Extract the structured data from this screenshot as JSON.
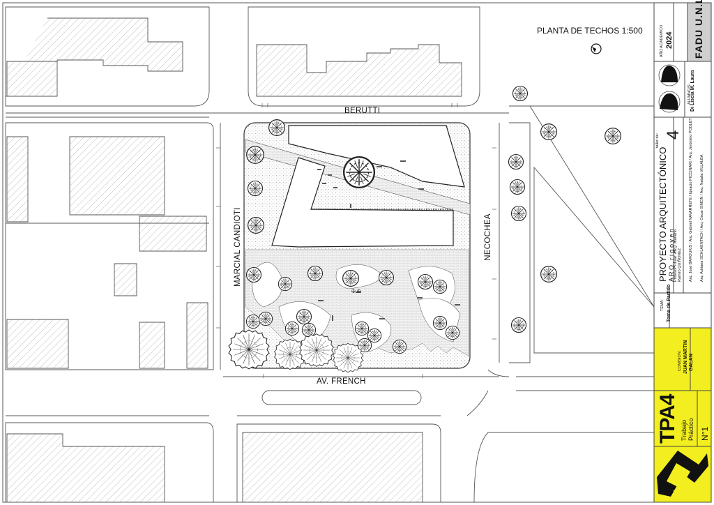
{
  "plan": {
    "title": "PLANTA DE TECHOS 1:500",
    "streets": {
      "north": "BERUTTI",
      "south": "AV. FRENCH",
      "west": "MARCIAL CANDIOTI",
      "east": "NECOCHEA"
    }
  },
  "title_block": {
    "year_label": "AÑO ACADEMICO",
    "year": "2024",
    "school": "FADU U.N.L.",
    "students_label": "ALUMNO/S:",
    "student1": "Di Liscia M. Laura",
    "taller_label": "taller de:",
    "course": "PROYECTO ARQUITECTÓNICO",
    "course_number": "4",
    "workshop": "A R Q .    r i g o y e n",
    "staff_line1": "Profesor Titular: ARQ. Mariano ...",
    "staff_line2": "Ramiro QUIÑONEZ",
    "staff_line3": "Arq. José BAROUKIS / Arq. Gabriel NAVARRETE / Ignacio PICCINARI / Arq. Jerónimo PODLET",
    "staff_line4": "Arq. Adriana SCHLAENTACH / Arq. Oscar SIMON / Arq. Natalia VILLALBA",
    "tema_label": "TEMA:",
    "tema": "Toma de Partido",
    "comision_label": "COMISION:",
    "comision_name1": "JUAN MARTIN",
    "comision_name2": "GALAN",
    "tpa_label": "TPA4",
    "trabajo1": "Trabajo",
    "trabajo2": "Práctico",
    "number": "N°1"
  },
  "colors": {
    "accent": "#f2ee1f",
    "title_block_gray": "#cfcfcf",
    "line": "#333333",
    "hatch": "#9a9a9a"
  },
  "icons": [
    "north-arrow-icon",
    "tree-icon",
    "student-avatar-icon",
    "logo-icon"
  ]
}
